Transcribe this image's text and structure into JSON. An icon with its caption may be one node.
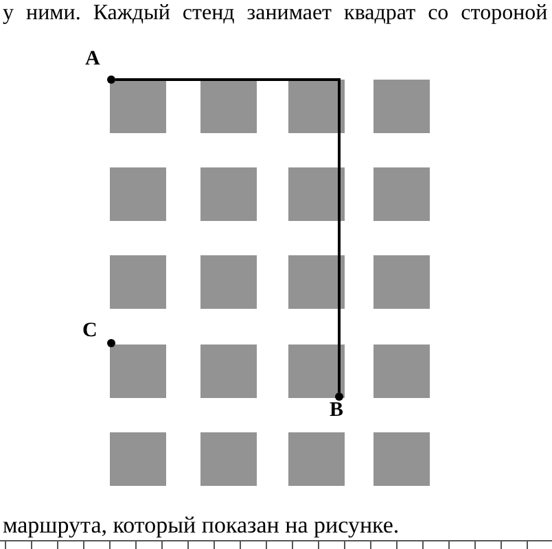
{
  "diagram": {
    "nodes": [
      {
        "text": [],
        "shape": "circle",
        "beside": [
          "A"
        ]
      },
      {
        "text": [],
        "shape": "circle",
        "beside": [
          "B"
        ]
      },
      {
        "text": [],
        "shape": "circle",
        "beside": [
          "C"
        ]
      }
    ],
    "edges": [
      {
        "from": 0,
        "to": 1,
        "arrow": "none"
      }
    ],
    "labels": [
      "у ними. Каждый стенд занимает квадрат со стороной",
      "маршрута, который показан на рисунке."
    ]
  }
}
